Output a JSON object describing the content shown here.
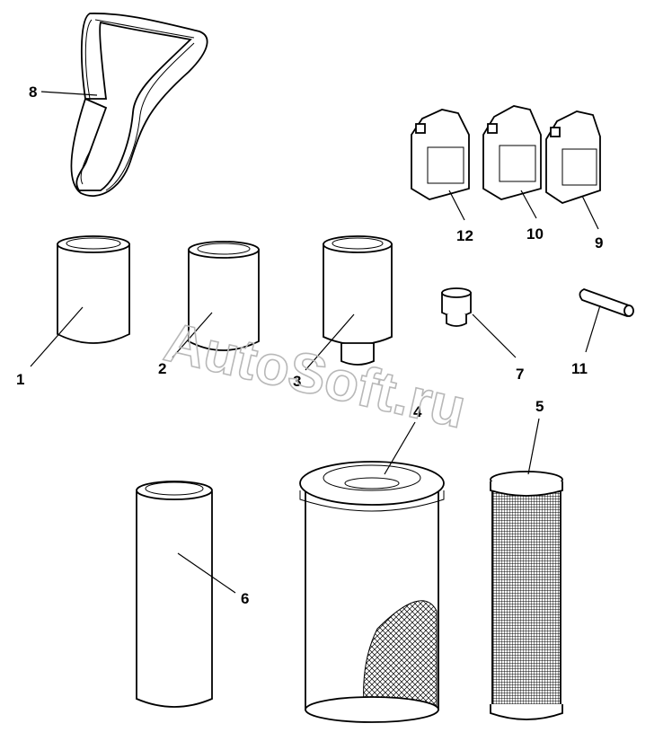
{
  "watermark": "AutoSoft.ru",
  "callouts": {
    "p1": "1",
    "p2": "2",
    "p3": "3",
    "p4": "4",
    "p5": "5",
    "p6": "6",
    "p7": "7",
    "p8": "8",
    "p9": "9",
    "p10": "10",
    "p11": "11",
    "p12": "12"
  },
  "colors": {
    "line": "#000000",
    "background": "#ffffff",
    "watermark": "#b8b8b8"
  }
}
